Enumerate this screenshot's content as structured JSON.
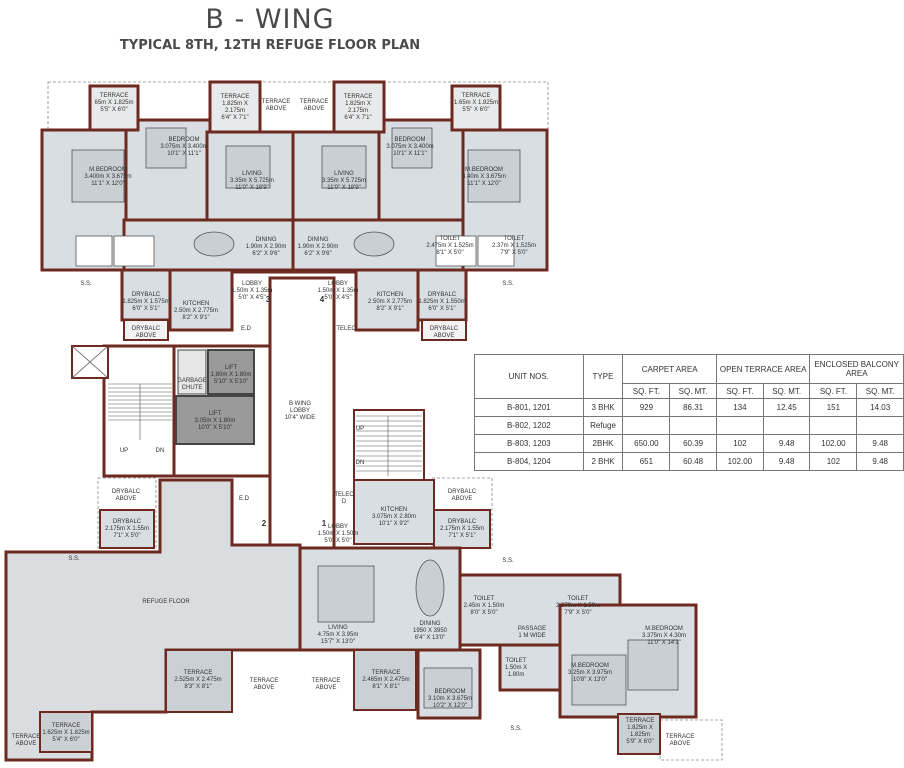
{
  "title": "B - WING",
  "subtitle": "TYPICAL 8TH, 12TH REFUGE FLOOR PLAN",
  "rooms": {
    "terrace_tl": [
      "TERRACE",
      "65m X 1.825m",
      "5'5\" X 6'0\""
    ],
    "terrace_tl2": [
      "TERRACE",
      "1.825m X",
      "2.175m",
      "6'4\" X 7'1\""
    ],
    "terrace_above_l": [
      "TERRACE",
      "ABOVE"
    ],
    "terrace_above_r": [
      "TERRACE",
      "ABOVE"
    ],
    "terrace_tr2": [
      "TERRACE",
      "1.825m X",
      "2.175m",
      "6'4\" X 7'1\""
    ],
    "terrace_tr": [
      "TERRACE",
      "1.65m X 1.825m",
      "5'5\" X 6'0\""
    ],
    "bedroom_l": [
      "BEDROOM",
      "3.075m X 3.400m",
      "10'1\" X 11'1\""
    ],
    "bedroom_r": [
      "BEDROOM",
      "3.075m X 3.400m",
      "10'1\" X 11'1\""
    ],
    "mbed_l": [
      "M.BEDROOM",
      "3.400m X 3.675m",
      "11'1\" X 12'0\""
    ],
    "mbed_r": [
      "M.BEDROOM",
      "3.40m X 3.675m",
      "11'1\" X 12'0\""
    ],
    "living_l": [
      "LIVING",
      "3.35m X 5.725m",
      "11'0\" X 18'9\""
    ],
    "living_r": [
      "LIVING",
      "3.35m X 5.725m",
      "11'0\" X 18'9\""
    ],
    "dining_l": [
      "DINING",
      "1.90m X 2.90m",
      "6'2\" X 9'6\""
    ],
    "dining_r": [
      "DINING",
      "1.90m X 2.90m",
      "6'2\" X 9'6\""
    ],
    "toilet_r1": [
      "TOILET",
      "2.475m X 1.525m",
      "8'1\" X 5'0\""
    ],
    "toilet_r2": [
      "TOILET",
      "2.37m X 1.525m",
      "7'9\" X 5'0\""
    ],
    "dry_tl": [
      "DRYBALC",
      "1.825m X 1.575m",
      "6'0\" X 5'1\""
    ],
    "dry_tr": [
      "DRYBALC",
      "1.825m X 1.550m",
      "6'0\" X 5'1\""
    ],
    "kitchen_tl": [
      "KITCHEN",
      "2.50m X 2.775m",
      "8'2\" X 9'1\""
    ],
    "kitchen_tr": [
      "KITCHEN",
      "2.50m X 2.775m",
      "8'2\" X 9'1\""
    ],
    "lobby_3": [
      "LOBBY",
      "1.50m X 1.35m",
      "5'0\" X 4'5\""
    ],
    "lobby_4": [
      "LOBBY",
      "1.50m X 1.35m",
      "5'0\" X 4'5\""
    ],
    "drybalc_above_l": [
      "DRYBALC",
      "ABOVE"
    ],
    "drybalc_above_r": [
      "DRYBALC",
      "ABOVE"
    ],
    "ss": "S.S.",
    "ed": "E.D",
    "telec": "TELEC",
    "telec_d": [
      "TELEC",
      "D"
    ],
    "lift1": [
      "LIFT",
      "1.80m X 1.80m",
      "5'10\" X 5'10\""
    ],
    "lift2": [
      "LIFT",
      "3.05m X 1.80m",
      "10'0\" X 5'10\""
    ],
    "garbage": [
      "GARBAGE",
      "CHUTE"
    ],
    "wing_lobby": [
      "B  WING",
      "LOBBY",
      "10'4\" WIDE"
    ],
    "up": "UP",
    "dn": "DN",
    "dry_bl_above": [
      "DRYBALC",
      "ABOVE"
    ],
    "dry_bl": [
      "DRYBALC",
      "2.175m X 1.55m",
      "7'1\" X 5'0\""
    ],
    "dry_br_above": [
      "DRYBALC",
      "ABOVE"
    ],
    "dry_br": [
      "DRYBALC",
      "2.175m X 1.55m",
      "7'1\" X 5'1\""
    ],
    "kitchen_b": [
      "KITCHEN",
      "3.075m X 2.80m",
      "10'1\" X 9'2\""
    ],
    "lobby_1": [
      "LOBBY",
      "1.50m X 1.50m",
      "5'0\" X 5'0\""
    ],
    "refuge": "REFUGE FLOOR",
    "living_b": [
      "LIVING",
      "4.75m X 3.95m",
      "15'7\" X 13'0\""
    ],
    "dining_b": [
      "DINING",
      "1950 X 3950",
      "6'4\" X 13'0\""
    ],
    "passage": [
      "PASSAGE",
      "1 M WIDE"
    ],
    "toilet_b1": [
      "TOILET",
      "2.45m X 1.50m",
      "8'0\" X 5'0\""
    ],
    "toilet_b2": [
      "TOILET",
      "2.370m X 1.50m",
      "7'9\" X 5'0\""
    ],
    "toilet_b3": [
      "TOILET",
      "1.50m X",
      "1.80m"
    ],
    "mbed_b2": [
      "M.BEDROOM",
      "3.375m X 4.30m",
      "11'0\" X 14'1\""
    ],
    "mbed_b1": [
      "M.BEDROOM",
      "3.25m X 3.975m",
      "10'8\" X 13'0\""
    ],
    "bedroom_b": [
      "BEDROOM",
      "3.10m X 3.675m",
      "10'2\" X 12'0\""
    ],
    "terrace_b1": [
      "TERRACE",
      "2.525m X 2.475m",
      "8'3\" X 8'1\""
    ],
    "terrace_b2": [
      "TERRACE",
      "2.465m X 2.475m",
      "8'1\" X 8'1\""
    ],
    "terrace_b3": [
      "TERRACE",
      "1.625m X 1.825m",
      "5'4\" X 6'0\""
    ],
    "terrace_b4": [
      "TERRACE",
      "1.825m X",
      "1.825m",
      "5'9\" X 6'0\""
    ],
    "terrace_above": [
      "TERRACE",
      "ABOVE"
    ],
    "num_1": "1",
    "num_2": "2",
    "num_3": "3",
    "num_4": "4"
  },
  "area_table": {
    "head": {
      "unit": "UNIT NOS.",
      "type": "TYPE",
      "carpet": "CARPET AREA",
      "open": "OPEN TERRACE AREA",
      "enclosed": "ENCLOSED BALCONY AREA",
      "sqft": "SQ. FT.",
      "sqmt": "SQ. MT."
    },
    "rows": [
      {
        "unit": "B-801, 1201",
        "type": "3 BHK",
        "c_ft": "929",
        "c_mt": "86.31",
        "o_ft": "134",
        "o_mt": "12.45",
        "e_ft": "151",
        "e_mt": "14.03"
      },
      {
        "unit": "B-802, 1202",
        "type": "Refuge",
        "c_ft": "",
        "c_mt": "",
        "o_ft": "",
        "o_mt": "",
        "e_ft": "",
        "e_mt": ""
      },
      {
        "unit": "B-803, 1203",
        "type": "2BHK",
        "c_ft": "650.00",
        "c_mt": "60.39",
        "o_ft": "102",
        "o_mt": "9.48",
        "e_ft": "102.00",
        "e_mt": "9.48"
      },
      {
        "unit": "B-804, 1204",
        "type": "2 BHK",
        "c_ft": "651",
        "c_mt": "60.48",
        "o_ft": "102.00",
        "o_mt": "9.48",
        "e_ft": "102",
        "e_mt": "9.48"
      }
    ]
  },
  "colors": {
    "wall": "#6e2a20",
    "floor": "#d8dee2",
    "refuge": "#dadde0",
    "lift": "#9a9a9a",
    "line": "#555555"
  }
}
